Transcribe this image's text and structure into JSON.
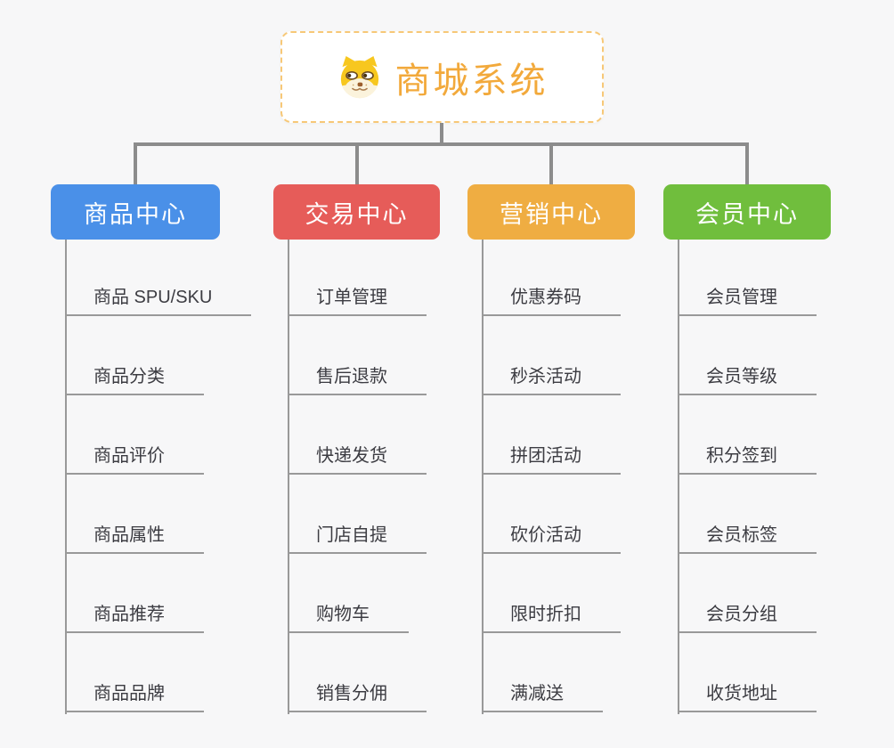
{
  "root": {
    "title": "商城系统",
    "icon": "shiba-dog-icon"
  },
  "branches": [
    {
      "label": "商品中心",
      "color": "#4A90E8",
      "items": [
        "商品 SPU/SKU",
        "商品分类",
        "商品评价",
        "商品属性",
        "商品推荐",
        "商品品牌"
      ]
    },
    {
      "label": "交易中心",
      "color": "#E65C59",
      "items": [
        "订单管理",
        "售后退款",
        "快递发货",
        "门店自提",
        "购物车",
        "销售分佣"
      ]
    },
    {
      "label": "营销中心",
      "color": "#EFAD42",
      "items": [
        "优惠券码",
        "秒杀活动",
        "拼团活动",
        "砍价活动",
        "限时折扣",
        "满减送"
      ]
    },
    {
      "label": "会员中心",
      "color": "#70BE3D",
      "items": [
        "会员管理",
        "会员等级",
        "积分签到",
        "会员标签",
        "会员分组",
        "收货地址"
      ]
    }
  ],
  "colors": {
    "background": "#F7F7F8",
    "connector": "#8C8C8C",
    "item_line": "#999999",
    "item_text": "#3C3C42",
    "root_border": "#F7C877",
    "root_text": "#F2A93B"
  }
}
